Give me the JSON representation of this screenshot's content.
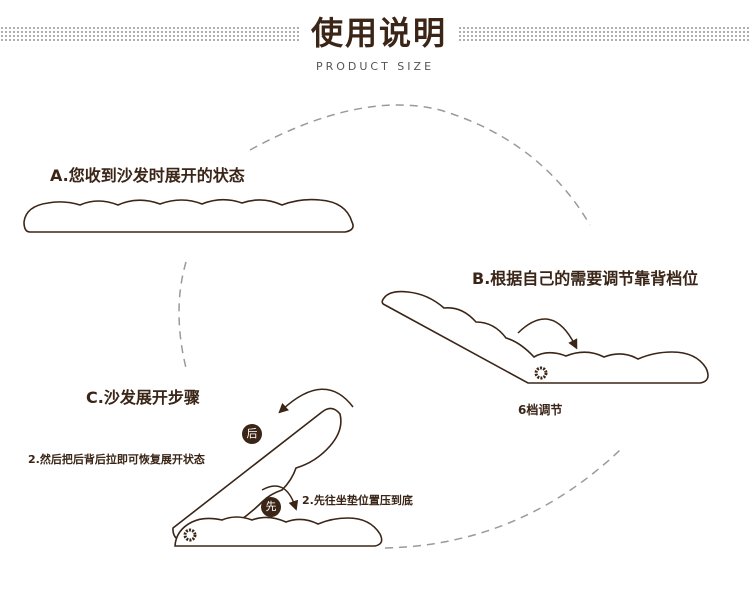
{
  "header": {
    "title": "使用说明",
    "subtitle": "PRODUCT SIZE"
  },
  "steps": {
    "a_label": "A.您收到沙发时展开的状态",
    "b_label": "B.根据自己的需要调节靠背档位",
    "gear_label": "6档调节",
    "c_label": "C.沙发展开步骤",
    "step1_label": "2.先往坐垫位置压到底",
    "step2_label": "2.然后把后背后拉即可恢复展开状态",
    "badge_first": "先",
    "badge_after": "后"
  },
  "colors": {
    "text": "#3a2517",
    "badge_bg": "#3a2517",
    "outline": "#3a2517",
    "dashed_circle": "#9a9a9a"
  }
}
